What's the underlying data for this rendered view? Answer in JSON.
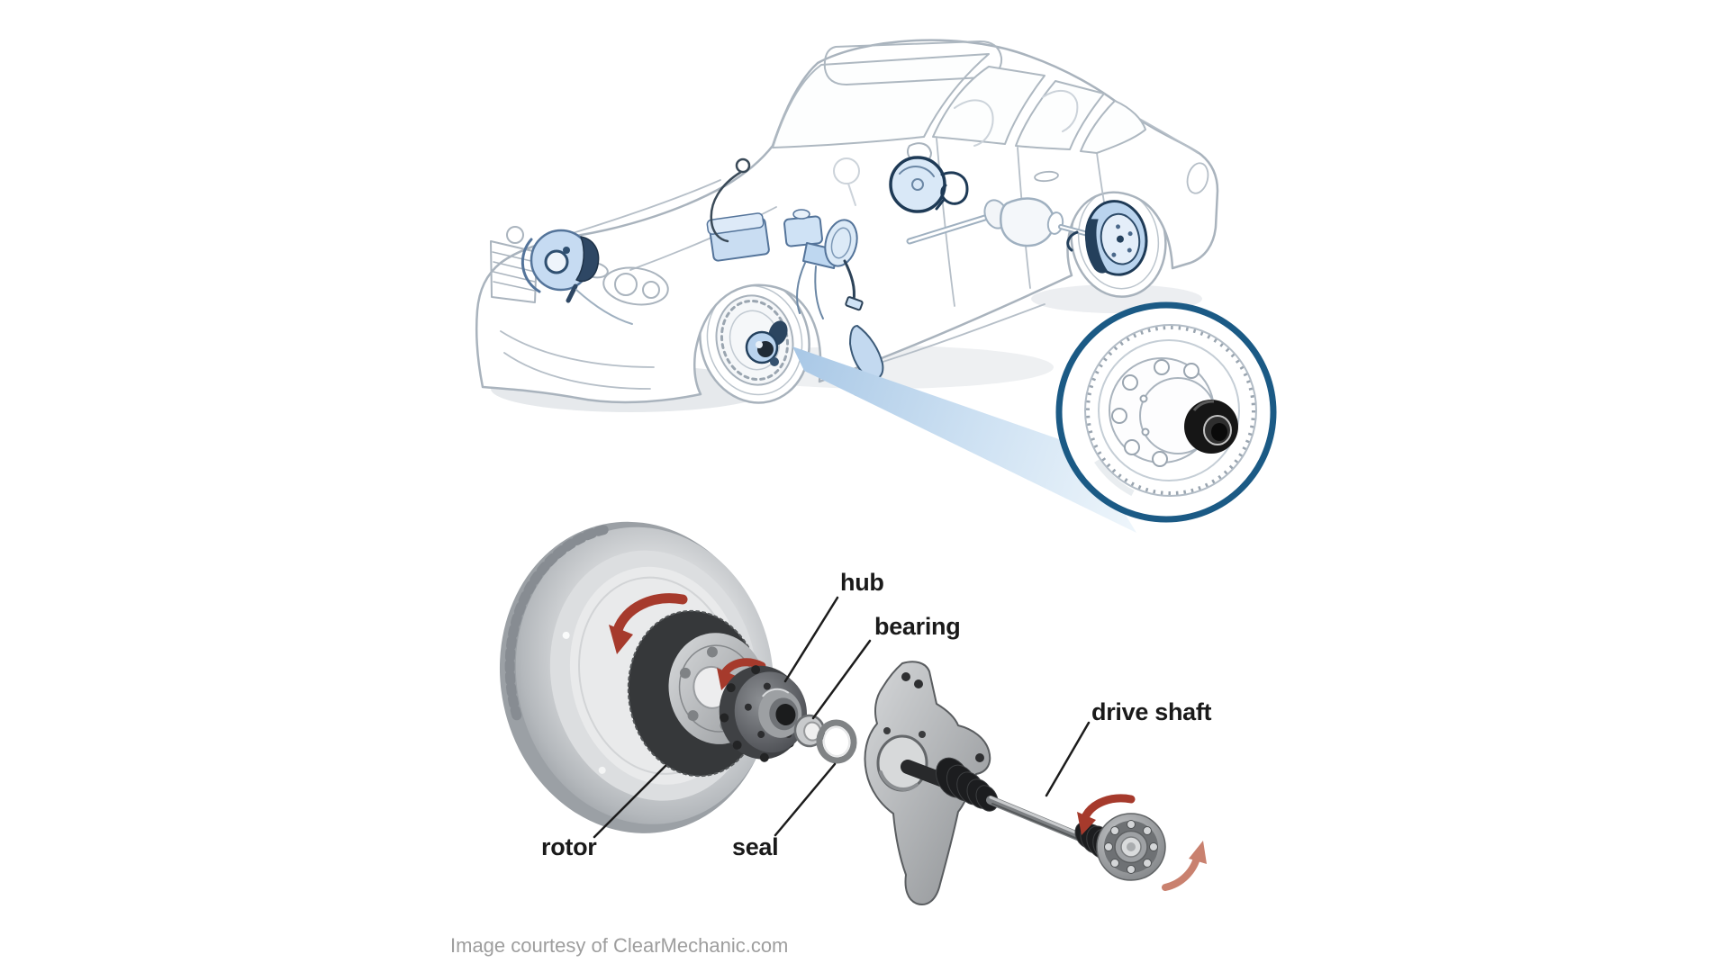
{
  "labels": {
    "hub": "hub",
    "bearing": "bearing",
    "drive_shaft": "drive shaft",
    "rotor": "rotor",
    "seal": "seal"
  },
  "credit": "Image courtesy of ClearMechanic.com",
  "colors": {
    "highlight_blue": "#bcd5ee",
    "highlight_blue_dark": "#1e3a56",
    "callout_ring": "#1b5a85",
    "beam_blue": "#aecbe7",
    "arrow_red": "#a63a2c",
    "arrow_red_light": "#c9816f",
    "line_art_gray": "#a9b3bd",
    "label_text": "#1a1a1a",
    "credit_text": "#9e9e9e"
  }
}
